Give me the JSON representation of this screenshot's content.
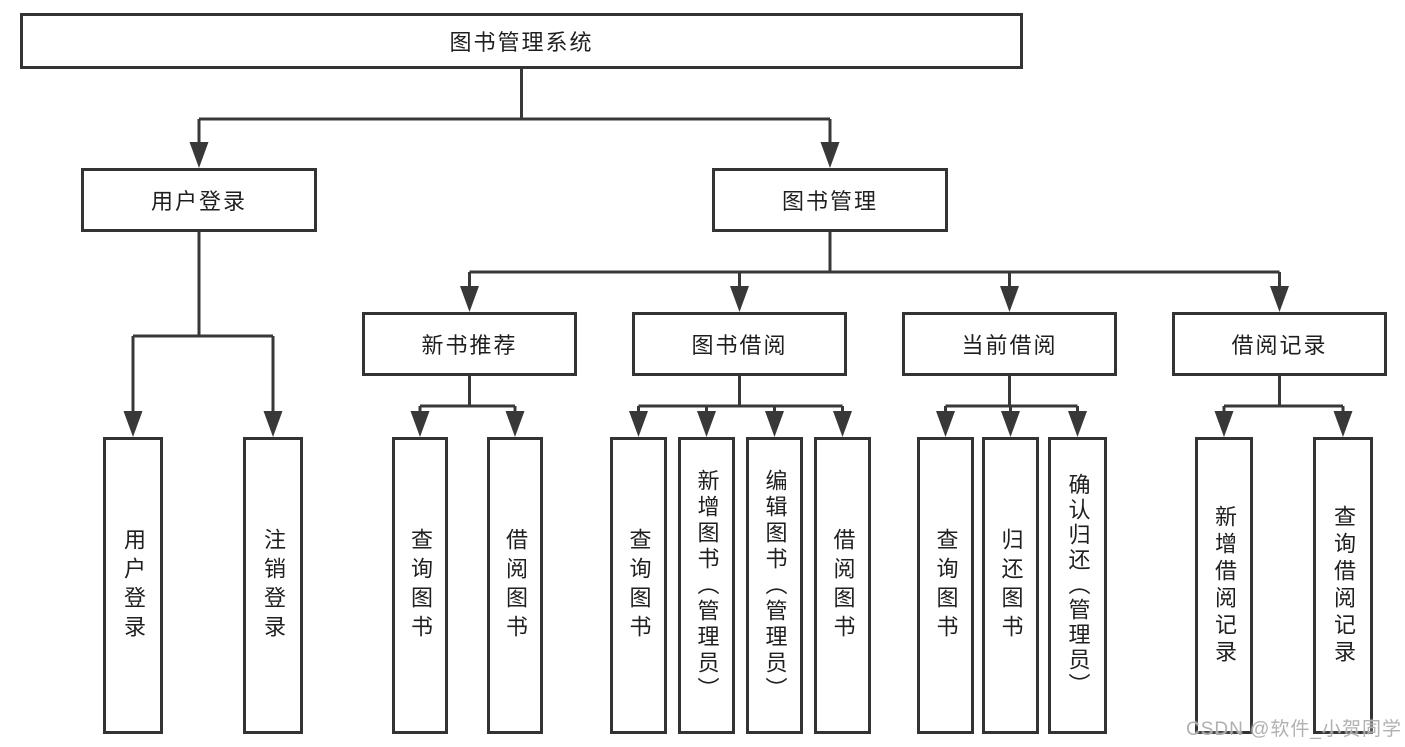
{
  "diagram": {
    "root": {
      "label": "图书管理系统"
    },
    "level2": [
      {
        "label": "用户登录",
        "children": [
          {
            "label": "用户登录"
          },
          {
            "label": "注销登录"
          }
        ]
      },
      {
        "label": "图书管理"
      }
    ],
    "level3": [
      {
        "label": "新书推荐",
        "children": [
          {
            "label": "查询图书"
          },
          {
            "label": "借阅图书"
          }
        ]
      },
      {
        "label": "图书借阅",
        "children": [
          {
            "label": "查询图书"
          },
          {
            "label": "新增图书（管理员）"
          },
          {
            "label": "编辑图书（管理员）"
          },
          {
            "label": "借阅图书"
          }
        ]
      },
      {
        "label": "当前借阅",
        "children": [
          {
            "label": "查询图书"
          },
          {
            "label": "归还图书"
          },
          {
            "label": "确认归还（管理员）"
          }
        ]
      },
      {
        "label": "借阅记录",
        "children": [
          {
            "label": "新增借阅记录"
          },
          {
            "label": "查询借阅记录"
          }
        ]
      }
    ]
  },
  "colors": {
    "line": "#383838",
    "box_border": "#333333",
    "text": "#1f1f1f",
    "watermark": "#adadad"
  },
  "watermark": {
    "text": "CSDN @软件_小贺同学"
  }
}
